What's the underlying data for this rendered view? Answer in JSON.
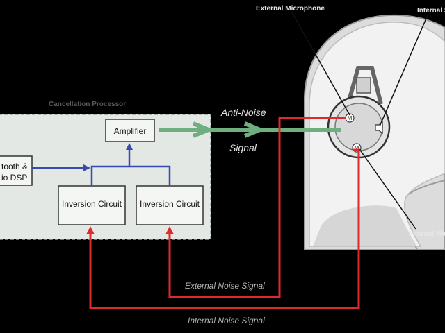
{
  "labels": {
    "cancellation_processor": "Cancellation Processor",
    "amplifier": "Amplifier",
    "bluetooth_line1": "tooth &",
    "bluetooth_line2": "io DSP",
    "inversion_left": "Inversion Circuit",
    "inversion_right": "Inversion Circuit",
    "anti_noise_line1": "Anti-Noise",
    "anti_noise_line2": "Signal",
    "external_microphone": "External Microphone",
    "internal_speaker": "Internal S",
    "internal_microphone": "Internal Mic",
    "external_noise_signal": "External Noise Signal",
    "internal_noise_signal": "Internal Noise Signal",
    "mic_marker_top": "M",
    "mic_marker_bottom": "M"
  },
  "colors": {
    "background": "#000000",
    "processor_panel": "#e3e8e4",
    "noise_wire": "#e02a2a",
    "audio_wire": "#3a4bb0",
    "anti_noise_arrow": "#6fae7e",
    "head_fill": "#eeeeee"
  }
}
